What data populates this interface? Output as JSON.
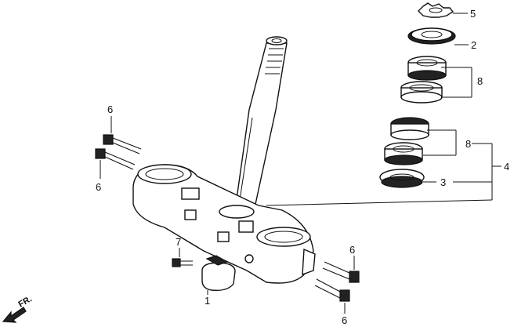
{
  "labels": {
    "p5": "5",
    "p2": "2",
    "p8a": "8",
    "p8b": "8",
    "p4": "4",
    "p3": "3",
    "p6a": "6",
    "p6b": "6",
    "p6c": "6",
    "p6d": "6",
    "p7": "7",
    "p1": "1"
  },
  "direction": "FR."
}
